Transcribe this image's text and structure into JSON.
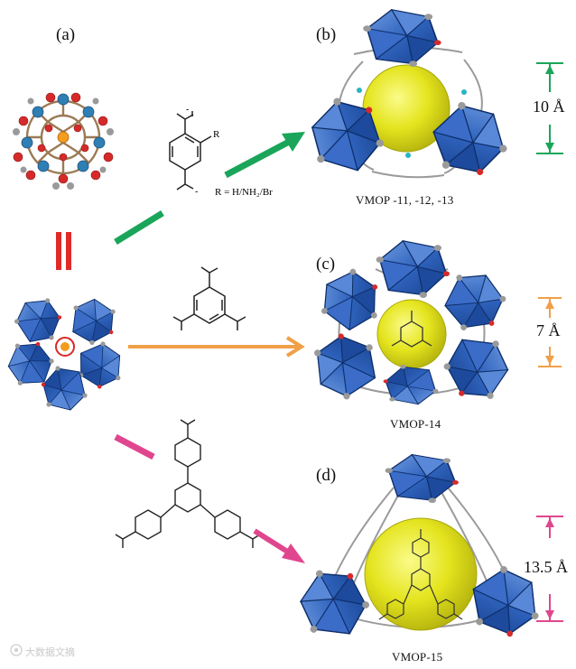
{
  "panels": {
    "a": "(a)",
    "b": "(b)",
    "c": "(c)",
    "d": "(d)"
  },
  "captions": {
    "b": "VMOP -11, -12, -13",
    "c": "VMOP-14",
    "d": "VMOP-15"
  },
  "dimensions": {
    "b": "10 Å",
    "c": "7 Å",
    "d": "13.5 Å"
  },
  "substituent": {
    "r_label": "R",
    "r_definition": "R = H/NH₂/Br"
  },
  "watermark": "大数据文摘",
  "colors": {
    "green_arrow": "#1aa55a",
    "orange_arrow": "#f0a048",
    "pink_arrow": "#e0468e",
    "red_equals": "#e02a2a",
    "polyhedra": "#2c5fb8",
    "cavity": "#e6e61c",
    "oxygen": "#d62a2a",
    "vanadium": "#2f7fb5"
  }
}
